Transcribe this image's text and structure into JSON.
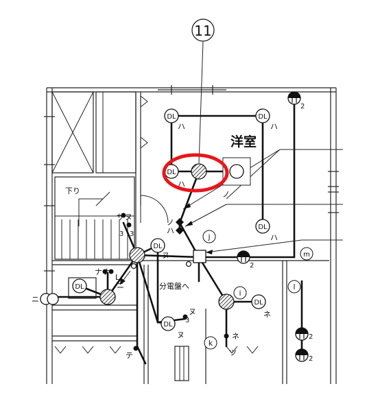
{
  "callout_number": "11",
  "room_label": "洋室",
  "stairs_label": "下り",
  "panel_label": "分電盤へ",
  "fixture_text": "DL",
  "circle_letters": [
    "j",
    "i",
    "k",
    "l",
    "m"
  ],
  "switch_letters": [
    "ハ",
    "ノ",
    "ヌ",
    "サ",
    "ナ",
    "ニ",
    "ネ",
    "ツ",
    "テ",
    "L"
  ],
  "numbers": [
    "3",
    "2"
  ],
  "highlight_color": "#e8161b"
}
